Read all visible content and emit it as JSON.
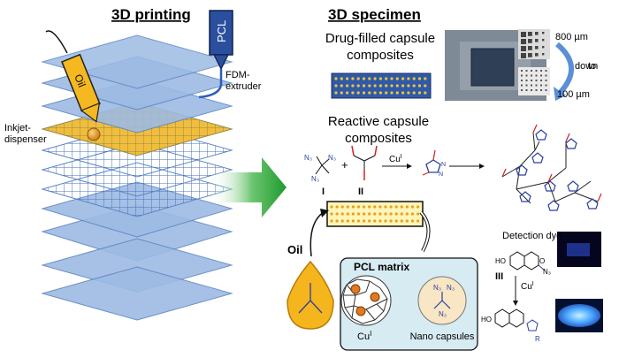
{
  "headings": {
    "left": "3D printing",
    "right": "3D specimen"
  },
  "printing": {
    "pcl_label": "PCL",
    "oil_label": "Oil",
    "fdm_label_line1": "FDM-",
    "fdm_label_line2": "extruder",
    "inkjet_label_line1": "Inkjet-",
    "inkjet_label_line2": "dispenser"
  },
  "drug_filled": {
    "title_line1": "Drug-filled capsule",
    "title_line2": "composites",
    "size_top": "800 µm",
    "size_mid_line1": "down",
    "size_mid_line2": "to",
    "size_bottom": "100 µm"
  },
  "reactive": {
    "title_line1": "Reactive capsule",
    "title_line2": "composites",
    "azide_group": "N₃",
    "plus_sign": "+",
    "compound_I": "I",
    "compound_II": "II",
    "catalyst_base": "Cu",
    "catalyst_sup": "I",
    "triazole_n": "N",
    "oil_label": "Oil",
    "matrix_title": "PCL matrix",
    "cu_label_base": "Cu",
    "cu_label_sup": "I",
    "nano_label": "Nano capsules"
  },
  "detection": {
    "title": "Detection dye",
    "ho_label": "HO",
    "o_label": "O",
    "n3_label": "N₃",
    "compound_III": "III",
    "catalyst_base": "Cu",
    "catalyst_sup": "I",
    "r_label": "R"
  },
  "colors": {
    "layer_blue": "#9dbbe3",
    "layer_edge": "#5d86c4",
    "gold": "#f0b429",
    "green_arrow": "#2fae3c",
    "matrix_box": "#dcecf3",
    "chem_red": "#d21f1f",
    "chem_blue": "#2a3f9e",
    "glow_blue": "#2a5ff0"
  }
}
